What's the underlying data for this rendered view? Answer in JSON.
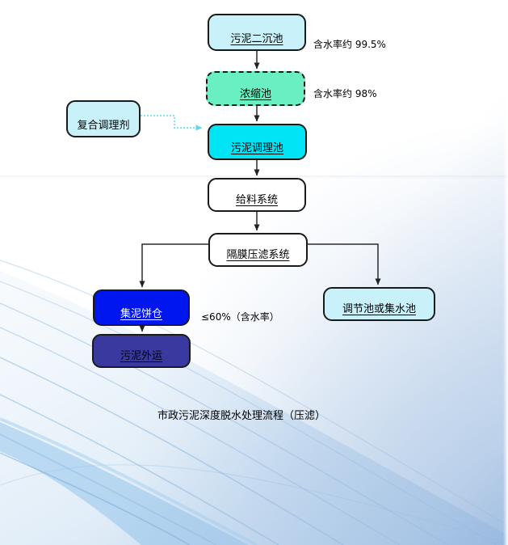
{
  "diagram": {
    "caption": "市政污泥深度脱水处理流程（压滤）",
    "nodes": {
      "secondary_clarifier": {
        "label": "污泥二沉池"
      },
      "thickening_tank": {
        "label": "浓缩池"
      },
      "conditioner": {
        "label": "复合调理剂"
      },
      "conditioning_tank": {
        "label": "污泥调理池"
      },
      "feeding_system": {
        "label": "给料系统"
      },
      "diaphragm_filter_press": {
        "label": "隔膜压滤系统"
      },
      "cake_silo": {
        "label": "集泥饼仓"
      },
      "sludge_transport": {
        "label": "污泥外运"
      },
      "regulating_tank": {
        "label": "调节池或集水池"
      }
    },
    "annotations": {
      "moisture_995": "含水率约 99.5%",
      "moisture_98": "含水率约 98%",
      "moisture_60": "≤60%（含水率）"
    },
    "edges": [
      {
        "from": "secondary_clarifier",
        "to": "thickening_tank",
        "style": "solid"
      },
      {
        "from": "thickening_tank",
        "to": "conditioning_tank",
        "style": "solid"
      },
      {
        "from": "conditioner",
        "to": "conditioning_tank",
        "style": "dotted-cyan"
      },
      {
        "from": "conditioning_tank",
        "to": "feeding_system",
        "style": "solid"
      },
      {
        "from": "feeding_system",
        "to": "diaphragm_filter_press",
        "style": "solid"
      },
      {
        "from": "diaphragm_filter_press",
        "to": "cake_silo",
        "style": "solid"
      },
      {
        "from": "diaphragm_filter_press",
        "to": "regulating_tank",
        "style": "solid"
      },
      {
        "from": "cake_silo",
        "to": "sludge_transport",
        "style": "solid"
      }
    ],
    "colors": {
      "pale_cyan": "#C9F1FA",
      "mint_green": "#6AEFC2",
      "bright_cyan": "#00E4F6",
      "blue": "#0016EE",
      "dark_slate_blue": "#39399F",
      "box_white": "#FFFFFF",
      "border_black": "#1A1A1A",
      "connector_black": "#2B2B2B",
      "connector_cyan": "#59D8F0",
      "wave_blue": "#7FB0DC"
    }
  }
}
